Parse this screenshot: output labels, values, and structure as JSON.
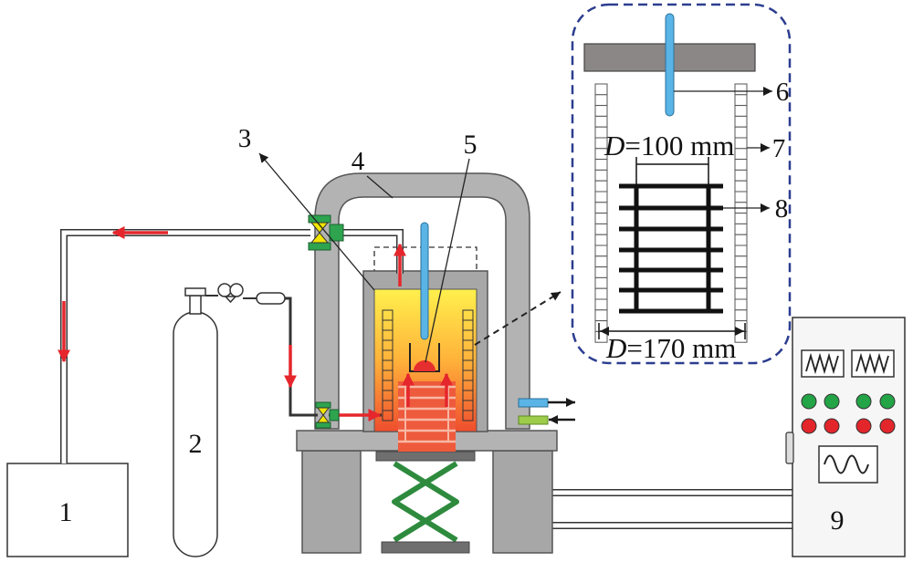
{
  "callouts": [
    "1",
    "2",
    "3",
    "4",
    "5",
    "6",
    "7",
    "8",
    "9"
  ],
  "inset": {
    "inner_diameter": {
      "symbol": "D",
      "value": "=100 mm"
    },
    "outer_diameter": {
      "symbol": "D",
      "value": "=170 mm"
    }
  },
  "colors": {
    "flow_arrow": "#e5262c",
    "rod": "#5ab4e6",
    "valve_body": "#2ea44f",
    "valve_seat": "#f2e500",
    "inset_border": "#2c3d8f",
    "lift": "#2e8b3e",
    "hot_top": "#fff04d",
    "hot_mid": "#ffb23a",
    "hot_bottom": "#ef4d2d",
    "coolant_in": "#9ccc4a",
    "coolant_out": "#5ab4e6",
    "ind_green": "#23a446",
    "ind_red": "#e3262b",
    "stack": "#ee5a3c"
  }
}
